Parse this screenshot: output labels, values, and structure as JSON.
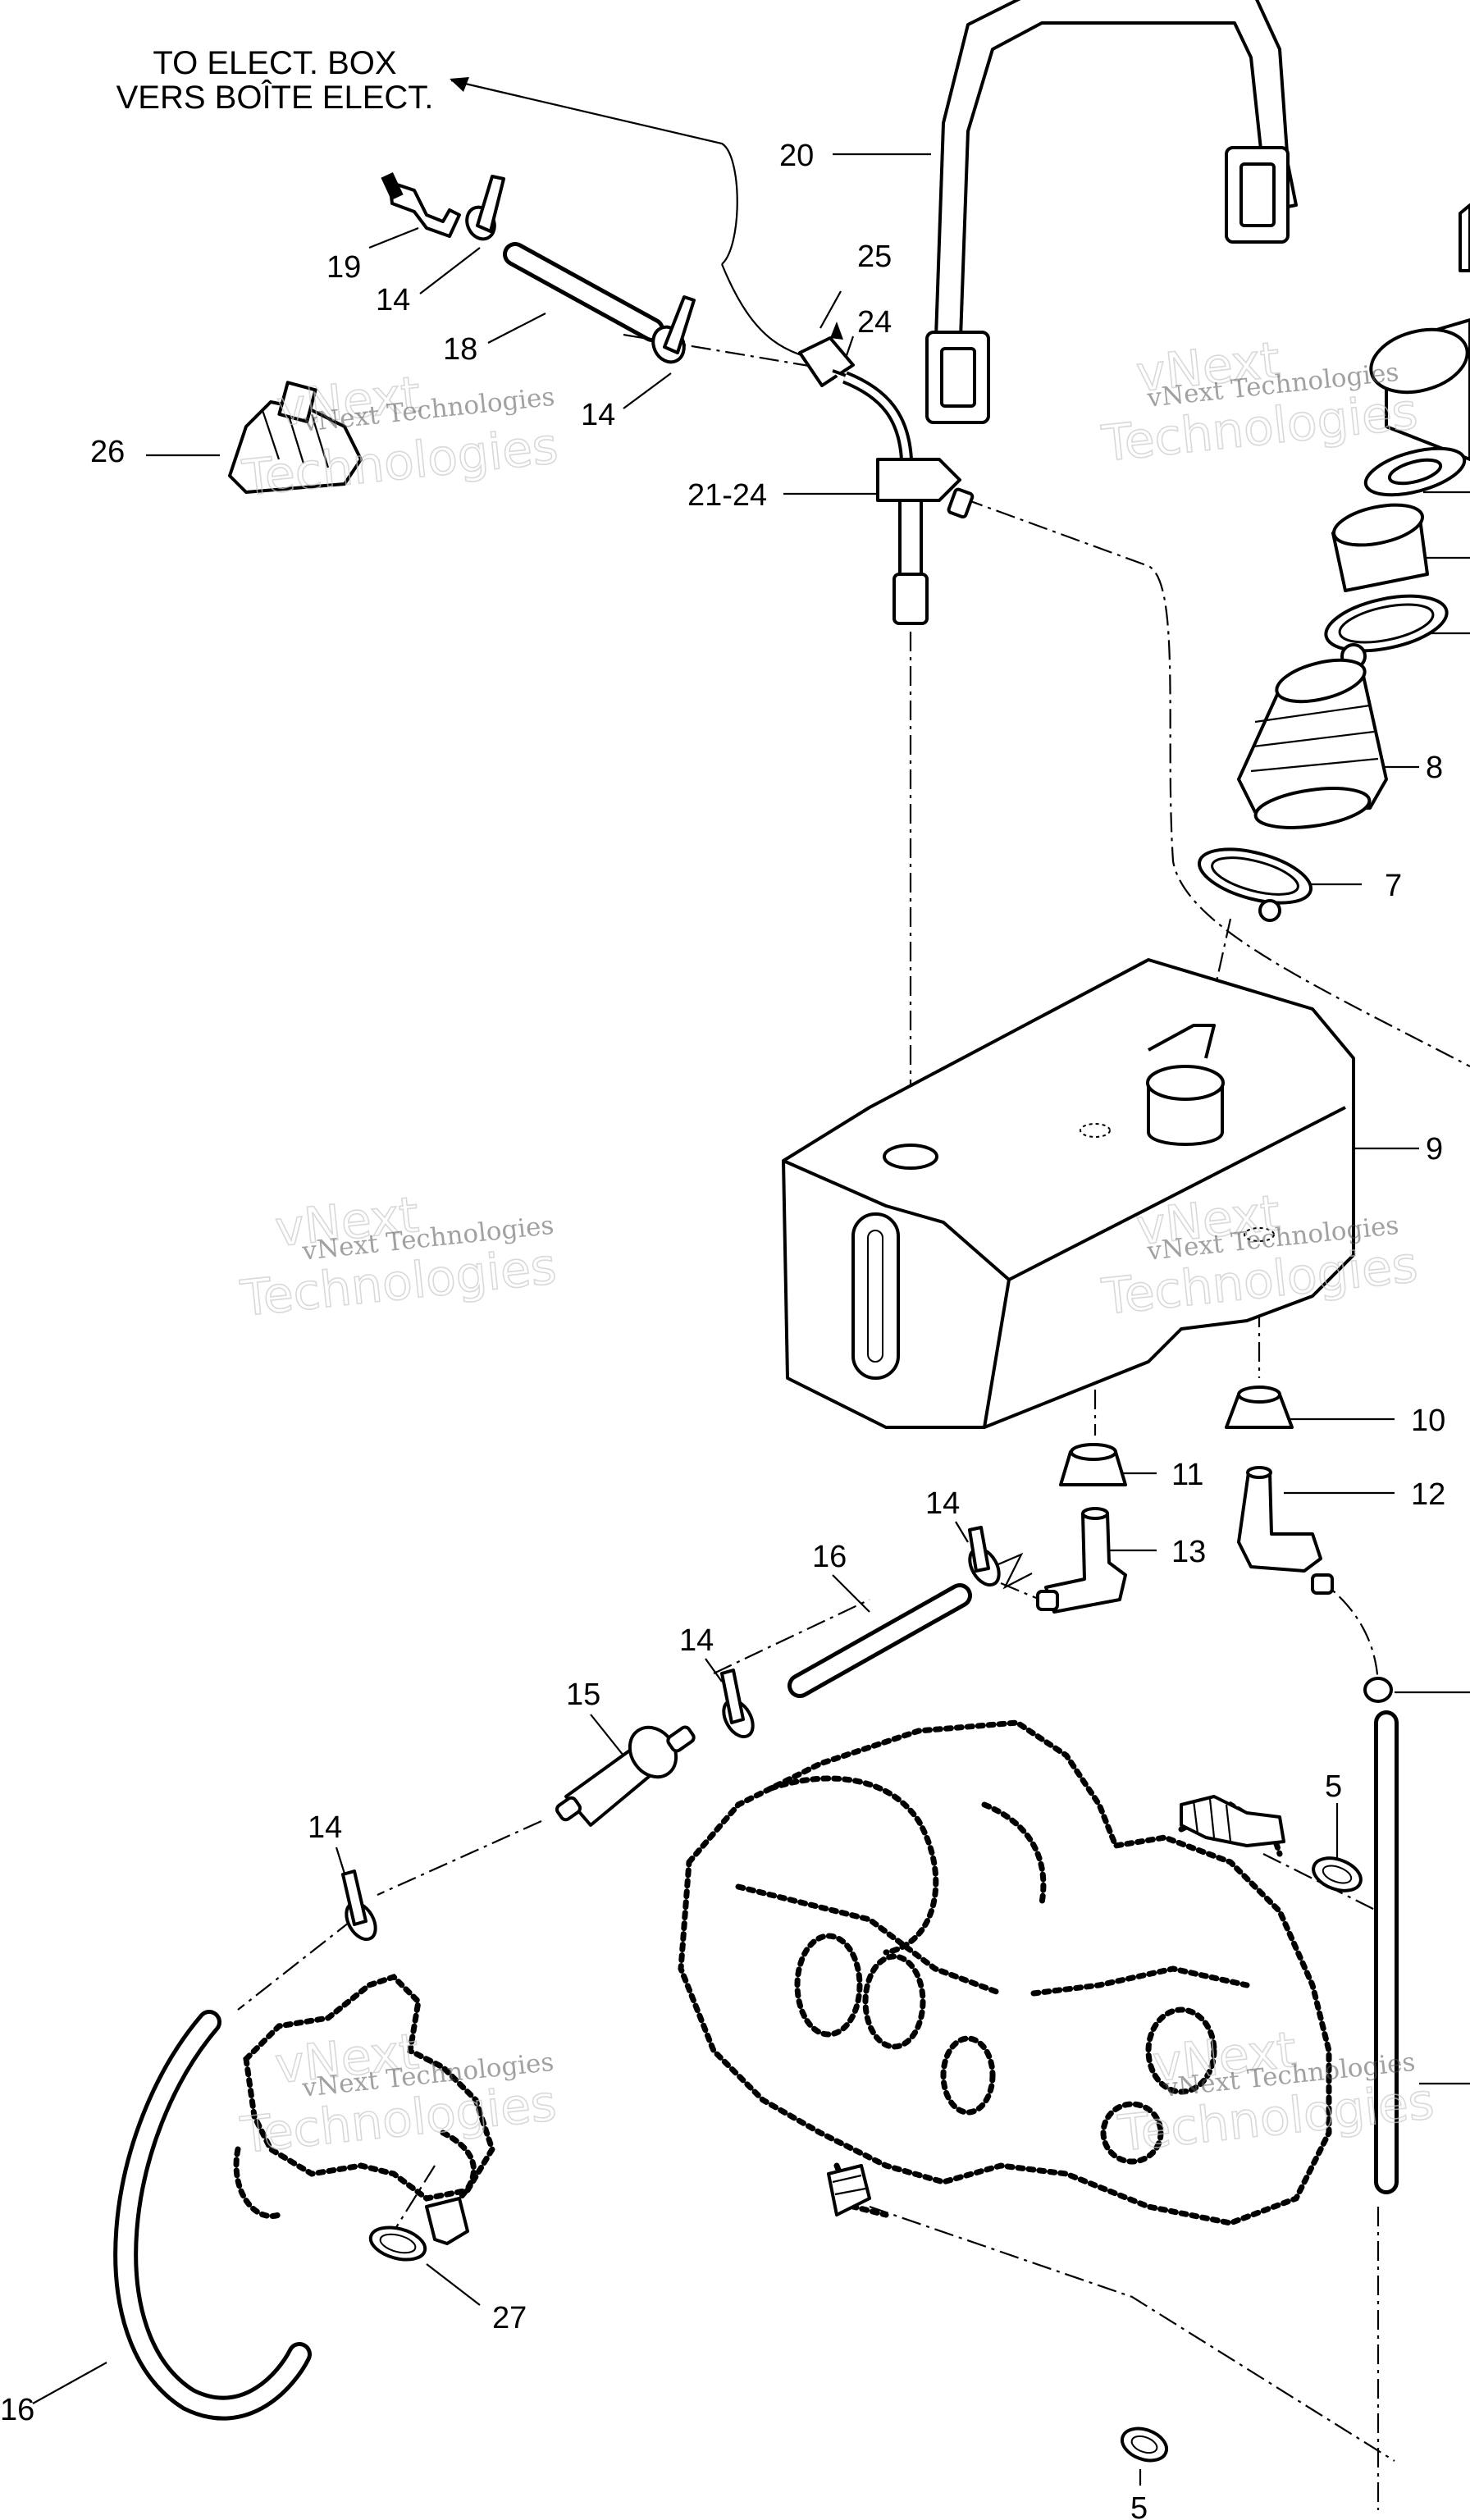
{
  "note": {
    "line1": "TO ELECT. BOX",
    "line2": "VERS BOÎTE ELECT."
  },
  "callouts": [
    {
      "id": "c20",
      "text": "20"
    },
    {
      "id": "c19",
      "text": "19"
    },
    {
      "id": "c14a",
      "text": "14"
    },
    {
      "id": "c18",
      "text": "18"
    },
    {
      "id": "c14b",
      "text": "14"
    },
    {
      "id": "c25",
      "text": "25"
    },
    {
      "id": "c24",
      "text": "24"
    },
    {
      "id": "c26",
      "text": "26"
    },
    {
      "id": "c2124",
      "text": "21-24"
    },
    {
      "id": "c8",
      "text": "8"
    },
    {
      "id": "c7",
      "text": "7"
    },
    {
      "id": "c9",
      "text": "9"
    },
    {
      "id": "c10",
      "text": "10"
    },
    {
      "id": "c11",
      "text": "11"
    },
    {
      "id": "c12",
      "text": "12"
    },
    {
      "id": "c13",
      "text": "13"
    },
    {
      "id": "c14c",
      "text": "14"
    },
    {
      "id": "c16a",
      "text": "16"
    },
    {
      "id": "c14d",
      "text": "14"
    },
    {
      "id": "c15",
      "text": "15"
    },
    {
      "id": "c5a",
      "text": "5"
    },
    {
      "id": "c14e",
      "text": "14"
    },
    {
      "id": "c27",
      "text": "27"
    },
    {
      "id": "c16b",
      "text": "16"
    },
    {
      "id": "c5b",
      "text": "5"
    }
  ],
  "watermark": {
    "line1": "vNext Technologies",
    "line2": "vNext",
    "line3": "Technologies"
  }
}
